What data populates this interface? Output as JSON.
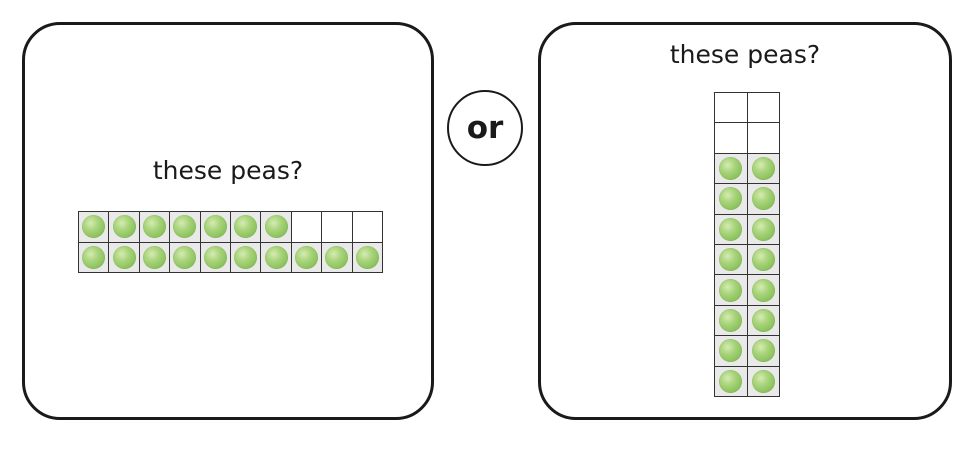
{
  "left_card": {
    "prompt": "these peas?",
    "frame": {
      "rows": 2,
      "cols": 10,
      "pea_counts_per_row": [
        7,
        10
      ]
    }
  },
  "connector": {
    "label": "or"
  },
  "right_card": {
    "prompt": "these peas?",
    "frame": {
      "rows": 10,
      "cols": 2,
      "empty_top_rows": 2,
      "filled_rows": 8
    }
  },
  "colors": {
    "pea": "#8cc25d",
    "filled_cell": "#e9e9e9",
    "border": "#1a1a1a"
  },
  "icons": {
    "pea": "pea-icon"
  }
}
